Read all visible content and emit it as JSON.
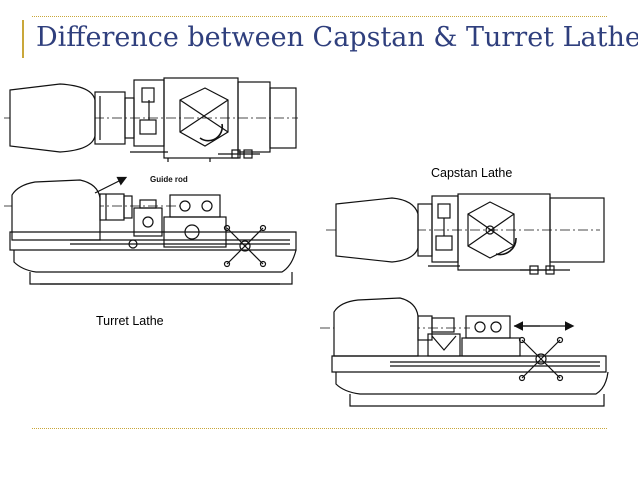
{
  "slide": {
    "title": "Difference between Capstan & Turret Lathe"
  },
  "labels": {
    "capstan": "Capstan Lathe",
    "turret": "Turret Lathe",
    "guide_rod": "Guide rod"
  },
  "colors": {
    "title": "#2f3f7d",
    "rule": "#c9a73a",
    "line_art": "#111111"
  }
}
